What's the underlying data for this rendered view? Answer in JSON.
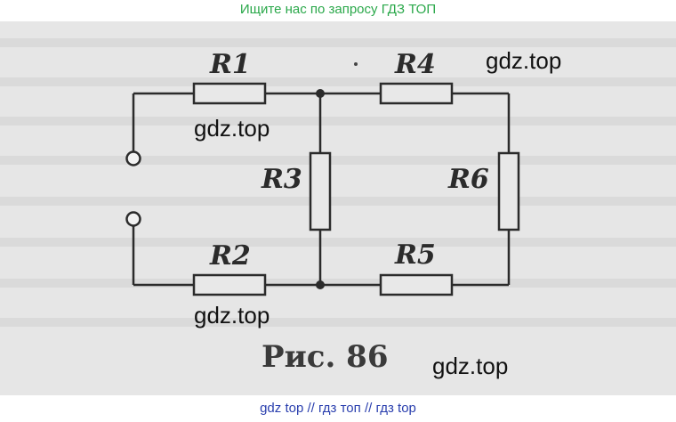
{
  "banner": {
    "text": "Ищите нас по запросу ГДЗ ТОП"
  },
  "diagram": {
    "resistors": [
      "R1",
      "R2",
      "R3",
      "R4",
      "R5",
      "R6"
    ],
    "caption": "Рис. 86"
  },
  "watermarks": [
    "gdz.top",
    "gdz.top",
    "gdz.top",
    "gdz.top"
  ],
  "footer": {
    "links": [
      "gdz top",
      "гдз топ",
      "гдз top"
    ],
    "separator": "//"
  },
  "colors": {
    "banner_text": "#2aa84a",
    "footer_text": "#2a3fae",
    "paper": "#e6e6e6",
    "ink": "#2b2b2b"
  }
}
